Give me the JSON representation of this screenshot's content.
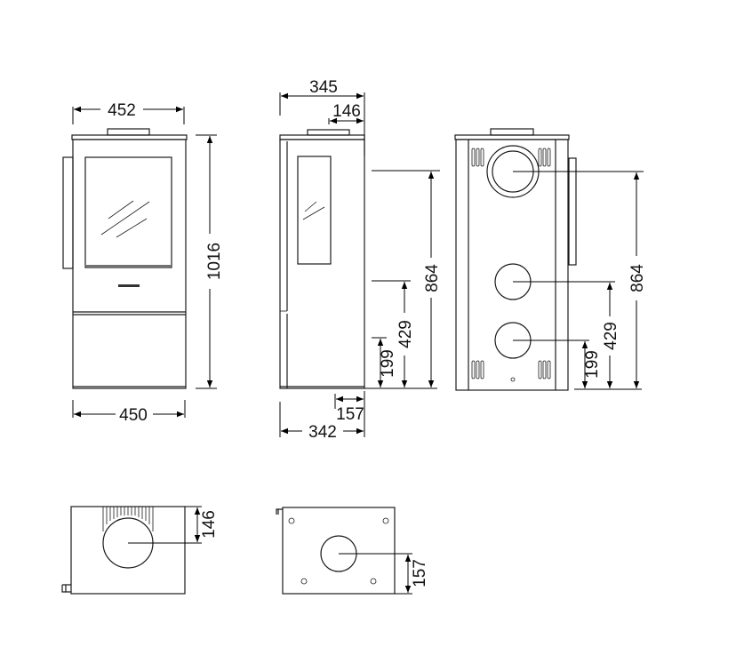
{
  "title": "Stove dimension drawing",
  "colors": {
    "line": "#1a1a1a",
    "background": "#ffffff"
  },
  "front_view": {
    "top_width": "452",
    "base_width": "450",
    "height": "1016"
  },
  "side_view": {
    "top_depth": "345",
    "flue_offset": "146",
    "outlet_height_top": "864",
    "outlet_height_mid": "429",
    "outlet_height_low": "199",
    "base_offset": "157",
    "base_depth": "342"
  },
  "rear_view": {
    "outlet_height_top": "864",
    "outlet_height_mid": "429",
    "outlet_height_low": "199"
  },
  "top_view": {
    "flue_offset": "146"
  },
  "bottom_view": {
    "outlet_offset": "157"
  }
}
